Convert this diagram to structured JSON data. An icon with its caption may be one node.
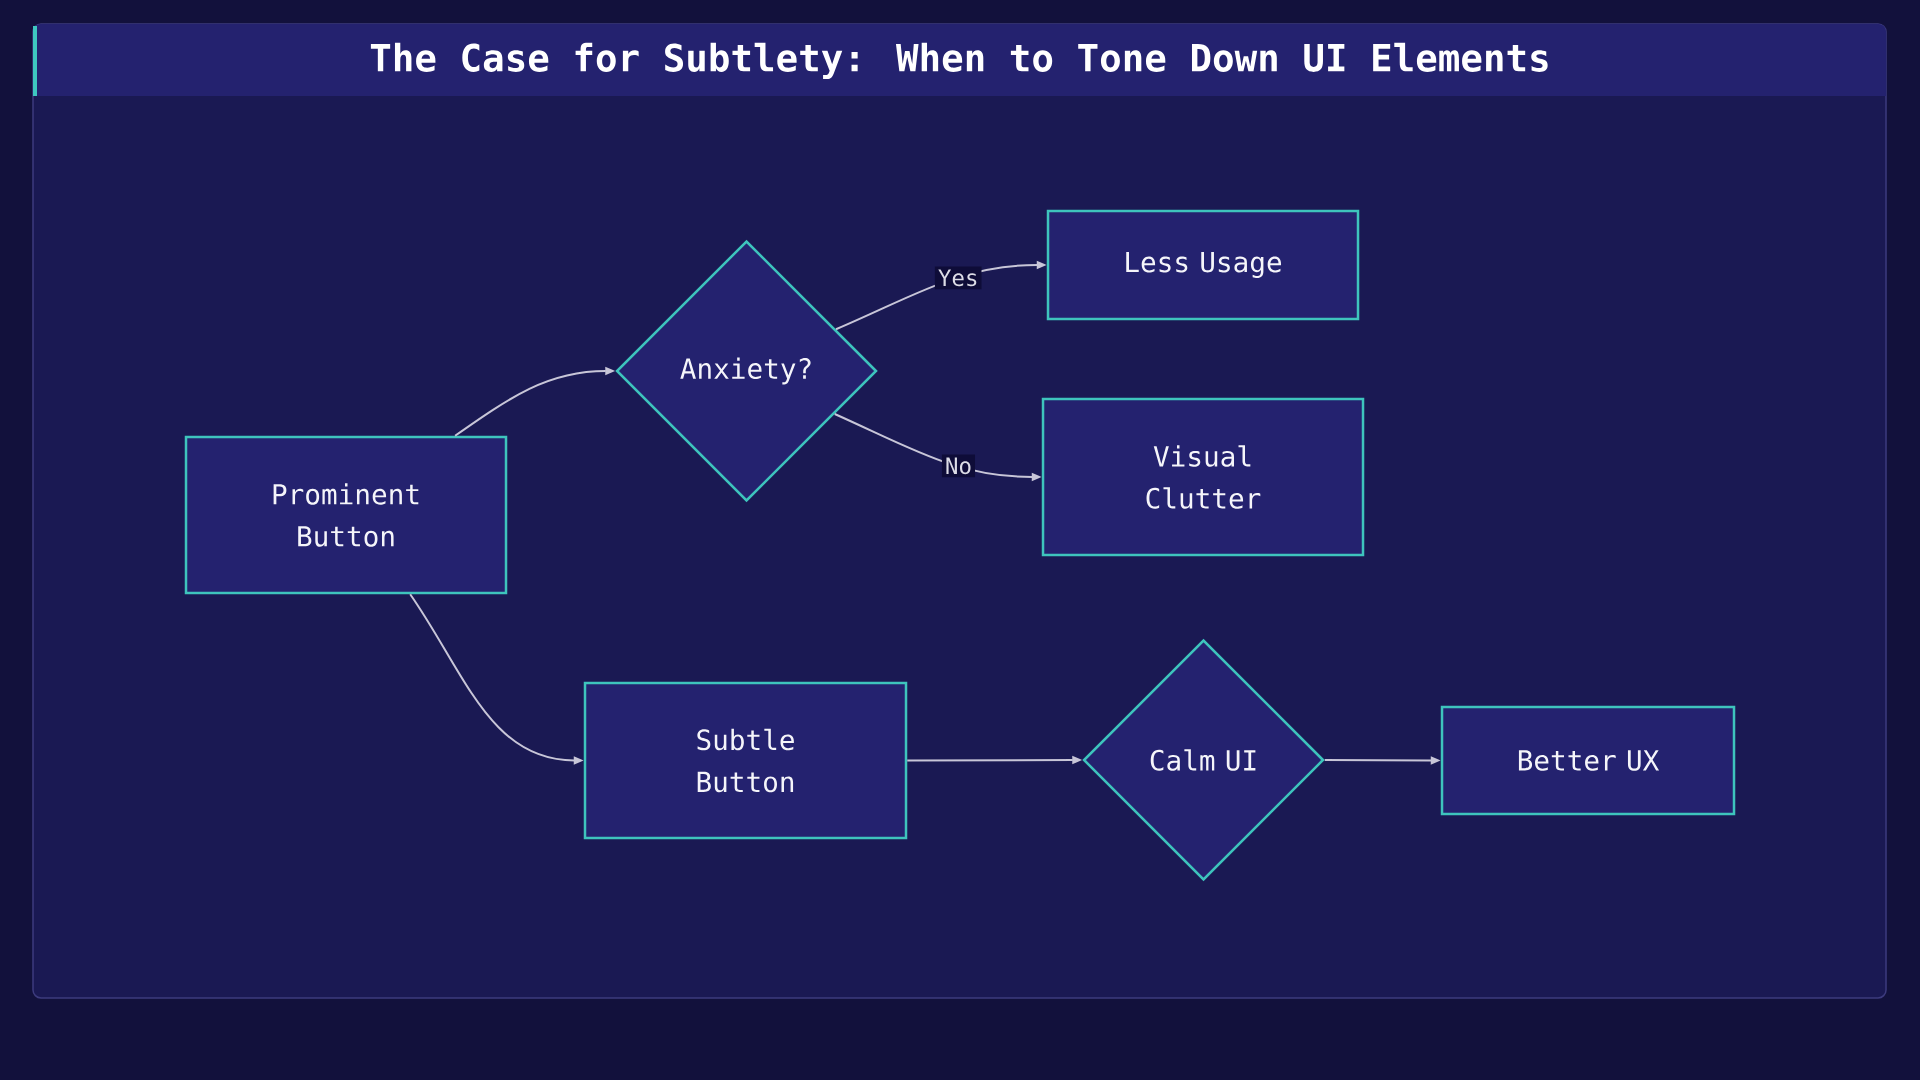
{
  "diagram": {
    "title": "The Case for Subtlety: When to Tone Down UI Elements",
    "nodes": [
      {
        "text": [
          "Prominent Button"
        ]
      },
      {
        "text": [
          "Anxiety?"
        ]
      },
      {
        "text": [
          "Less Usage"
        ]
      },
      {
        "text": [
          "Visual Clutter"
        ]
      },
      {
        "text": [
          "Subtle Button"
        ]
      },
      {
        "text": [
          "Calm UI"
        ]
      },
      {
        "text": [
          "Better UX"
        ]
      }
    ],
    "edges": [
      {
        "from": 0,
        "to": 1,
        "arrow": "to"
      },
      {
        "from": 1,
        "to": 2,
        "arrow": "to",
        "label": "Yes"
      },
      {
        "from": 1,
        "to": 3,
        "arrow": "to",
        "label": "No"
      },
      {
        "from": 0,
        "to": 4,
        "arrow": "to"
      },
      {
        "from": 4,
        "to": 5,
        "arrow": "to"
      },
      {
        "from": 5,
        "to": 6,
        "arrow": "to"
      }
    ]
  }
}
